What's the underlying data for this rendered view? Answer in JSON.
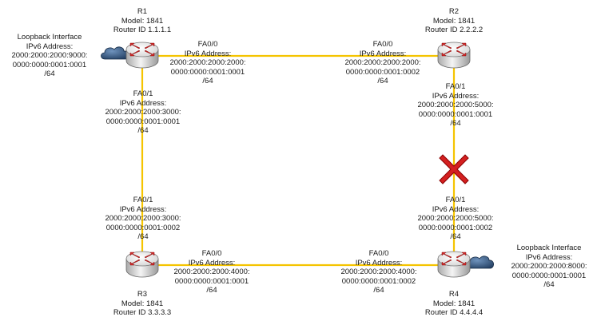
{
  "routers": {
    "r1": {
      "name": "R1",
      "model": "Model: 1841",
      "router_id": "Router ID 1.1.1.1"
    },
    "r2": {
      "name": "R2",
      "model": "Model: 1841",
      "router_id": "Router ID 2.2.2.2"
    },
    "r3": {
      "name": "R3",
      "model": "Model: 1841",
      "router_id": "Router ID 3.3.3.3"
    },
    "r4": {
      "name": "R4",
      "model": "Model: 1841",
      "router_id": "Router ID 4.4.4.4"
    }
  },
  "loopbacks": {
    "r1": {
      "title": "Loopback Interface",
      "label": "IPv6 Address:",
      "line1": "2000:2000:2000:9000:",
      "line2": "0000:0000:0001:0001",
      "prefix": "/64"
    },
    "r4": {
      "title": "Loopback Interface",
      "label": "IPv6 Address:",
      "line1": "2000:2000:2000:8000:",
      "line2": "0000:0000:0001:0001",
      "prefix": "/64"
    }
  },
  "interfaces": {
    "r1_fa00": {
      "name": "FA0/0",
      "label": "IPv6 Address:",
      "line1": "2000:2000:2000:2000:",
      "line2": "0000:0000:0001:0001",
      "prefix": "/64"
    },
    "r2_fa00": {
      "name": "FA0/0",
      "label": "IPv6 Address:",
      "line1": "2000:2000:2000:2000:",
      "line2": "0000:0000:0001:0002",
      "prefix": "/64"
    },
    "r1_fa01": {
      "name": "FA0/1",
      "label": "IPv6 Address:",
      "line1": "2000:2000:2000:3000:",
      "line2": "0000:0000:0001:0001",
      "prefix": "/64"
    },
    "r2_fa01": {
      "name": "FA0/1",
      "label": "IPv6 Address:",
      "line1": "2000:2000:2000:5000:",
      "line2": "0000:0000:0001:0001",
      "prefix": "/64"
    },
    "r3_fa01": {
      "name": "FA0/1",
      "label": "IPv6 Address:",
      "line1": "2000:2000:2000:3000:",
      "line2": "0000:0000:0001:0002",
      "prefix": "/64"
    },
    "r4_fa01": {
      "name": "FA0/1",
      "label": "IPv6 Address:",
      "line1": "2000:2000:2000:5000:",
      "line2": "0000:0000:0001:0002",
      "prefix": "/64"
    },
    "r3_fa00": {
      "name": "FA0/0",
      "label": "IPv6 Address:",
      "line1": "2000:2000:2000:4000:",
      "line2": "0000:0000:0001:0001",
      "prefix": "/64"
    },
    "r4_fa00": {
      "name": "FA0/0",
      "label": "IPv6 Address:",
      "line1": "2000:2000:2000:4000:",
      "line2": "0000:0000:0001:0002",
      "prefix": "/64"
    }
  },
  "colors": {
    "link": "#f5c400",
    "router_body": "#d9d9d9",
    "router_top": "#f2f2f2",
    "arrow": "#d12a2a",
    "cloud": "#2a4c73",
    "failure_mark": "#c00000"
  },
  "icons": {
    "router": "router-icon",
    "cloud": "cloud-icon",
    "failure": "x-mark-icon"
  }
}
